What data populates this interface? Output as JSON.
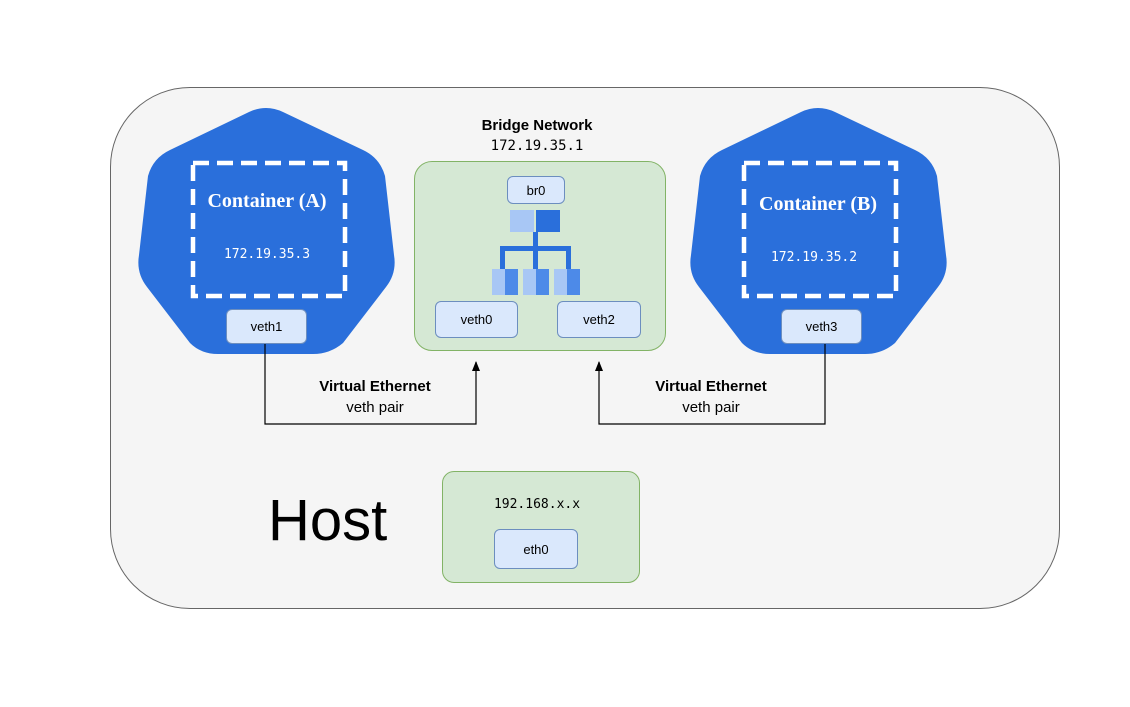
{
  "host": {
    "label": "Host"
  },
  "bridge": {
    "title": "Bridge Network",
    "ip": "172.19.35.1",
    "br0_label": "br0",
    "veth0_label": "veth0",
    "veth2_label": "veth2"
  },
  "container_a": {
    "title": "Container (A)",
    "ip": "172.19.35.3",
    "iface_label": "veth1"
  },
  "container_b": {
    "title": "Container (B)",
    "ip": "172.19.35.2",
    "iface_label": "veth3"
  },
  "veth_pair_left": {
    "title": "Virtual Ethernet",
    "subtitle": "veth pair"
  },
  "veth_pair_right": {
    "title": "Virtual Ethernet",
    "subtitle": "veth pair"
  },
  "host_nic": {
    "ip": "192.168.x.x",
    "iface_label": "eth0"
  },
  "colors": {
    "container_fill": "#2a6fdb",
    "green_fill": "#d5e8d4",
    "green_stroke": "#82b366",
    "iface_fill": "#dae8fc",
    "iface_stroke": "#6c8ebf",
    "host_fill": "#f5f5f5"
  },
  "icons": [
    "network-switch-icon"
  ]
}
